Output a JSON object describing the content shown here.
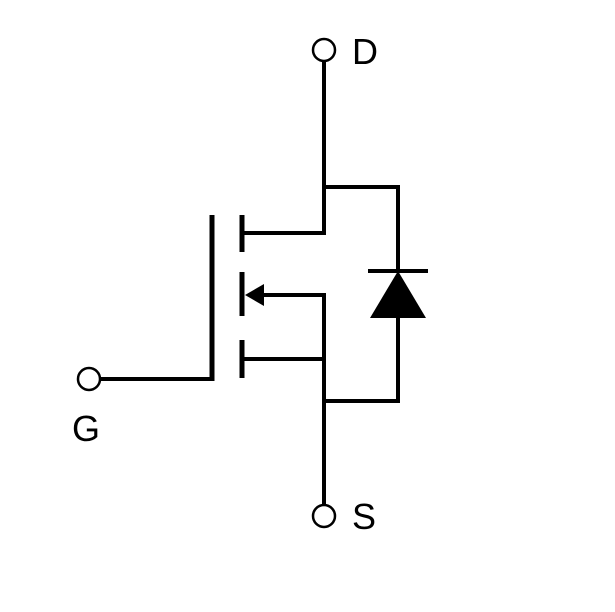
{
  "diagram": {
    "labels": {
      "drain": "D",
      "gate": "G",
      "source": "S"
    },
    "colors": {
      "line": "#000000",
      "background": "#ffffff"
    }
  }
}
